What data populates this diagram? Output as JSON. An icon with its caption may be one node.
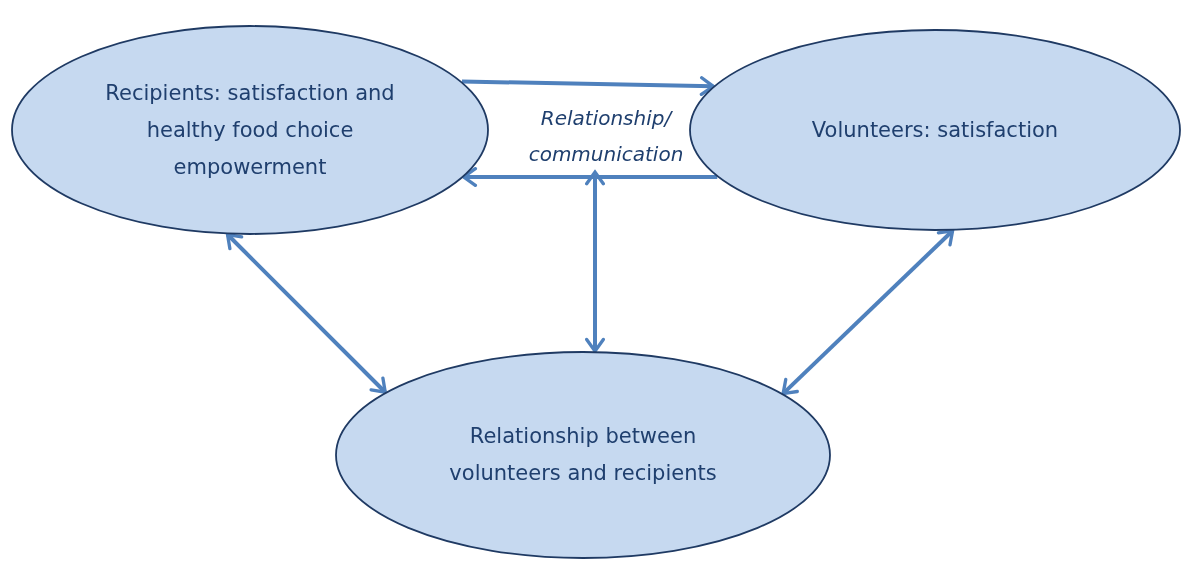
{
  "diagram": {
    "nodes": [
      {
        "text": [
          "Recipients: satisfaction and healthy food choice empowerment"
        ]
      },
      {
        "text": [
          "Relationship/ communication"
        ]
      },
      {
        "text": [
          "Volunteers: satisfaction"
        ]
      },
      {
        "text": [
          "Relationship between volunteers and recipients"
        ]
      }
    ],
    "edges": [
      {
        "from": 0,
        "to": 2,
        "arrow": "to"
      },
      {
        "from": 2,
        "to": 0,
        "arrow": "to"
      },
      {
        "from": 0,
        "to": 3,
        "arrow": "both"
      },
      {
        "from": 2,
        "to": 3,
        "arrow": "both"
      },
      {
        "from": 1,
        "to": 3,
        "arrow": "both"
      }
    ]
  }
}
